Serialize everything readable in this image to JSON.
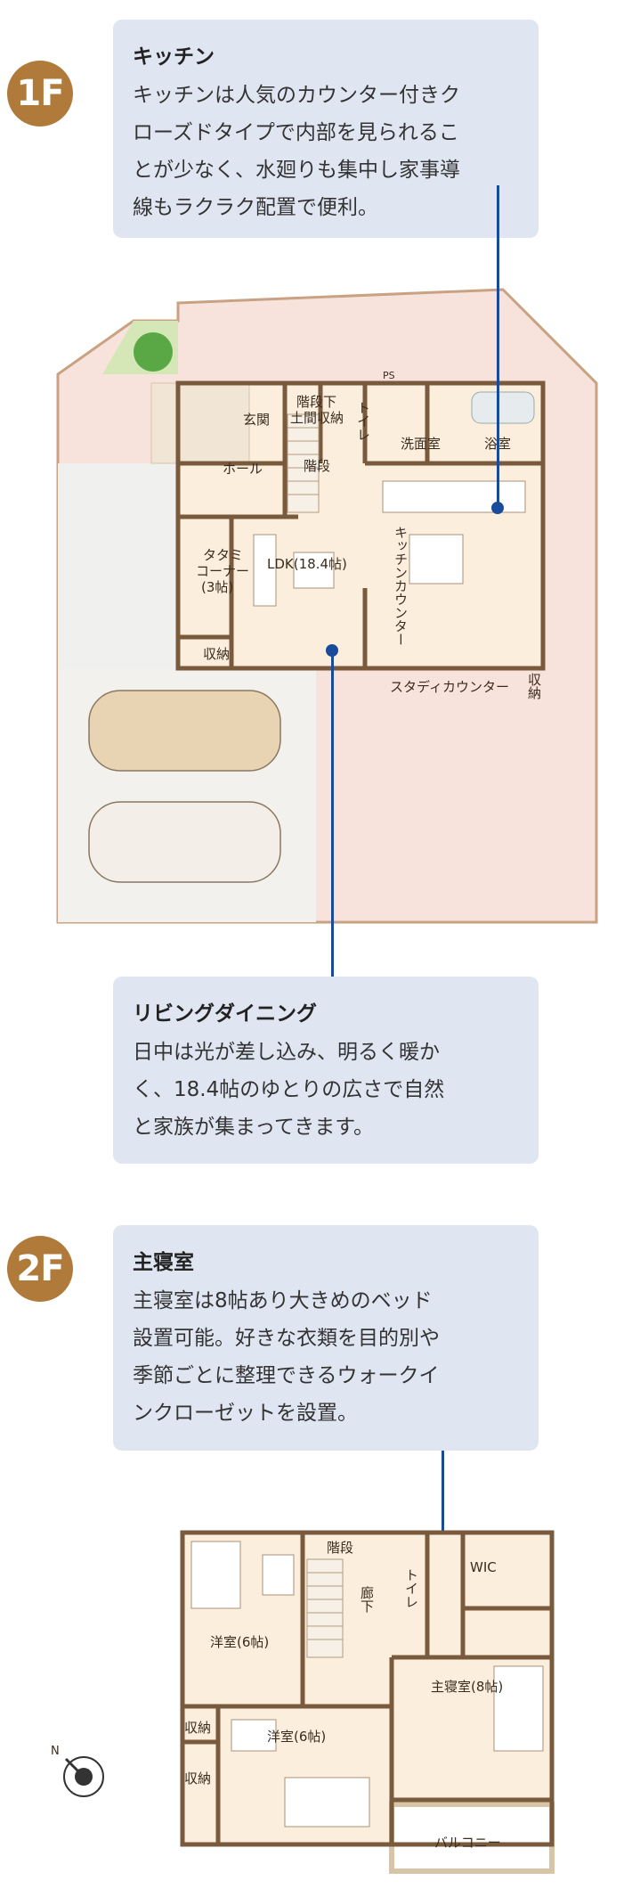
{
  "floor1": {
    "badge": "1F",
    "kitchen_callout": {
      "title": "キッチン",
      "lines": [
        "キッチンは人気のカウンター付きク",
        "ローズドタイプで内部を見られるこ",
        "とが少なく、水廻りも集中し家事導",
        "線もラクラク配置で便利。"
      ]
    },
    "living_callout": {
      "title": "リビングダイニング",
      "lines": [
        "日中は光が差し込み、明るく暖か",
        "く、18.4帖のゆとりの広さで自然",
        "と家族が集まってきます。"
      ]
    },
    "rooms": {
      "entrance": "玄関",
      "stair_storage_1": "階段下",
      "stair_storage_2": "土間収納",
      "toilet": "トイレ",
      "washroom": "洗面室",
      "bath": "浴室",
      "ps": "PS",
      "hall": "ホール",
      "stairs": "階段",
      "tatami_1": "タタミ",
      "tatami_2": "コーナー",
      "tatami_3": "(3帖)",
      "ldk": "LDK(18.4帖)",
      "kitchen_counter": "キッチンカウンター",
      "storage": "収納",
      "study_counter": "スタディカウンター",
      "storage_v": "収納"
    }
  },
  "floor2": {
    "badge": "2F",
    "master_callout": {
      "title": "主寝室",
      "lines": [
        "主寝室は8帖あり大きめのベッド",
        "設置可能。好きな衣類を目的別や",
        "季節ごとに整理できるウォークイ",
        "ンクローゼットを設置。"
      ]
    },
    "rooms": {
      "stairs": "階段",
      "corridor": "廊下",
      "toilet": "トイレ",
      "wic": "WIC",
      "western_a": "洋室(6帖)",
      "master": "主寝室(8帖)",
      "storage_a": "収納",
      "western_b": "洋室(6帖)",
      "storage_b": "収納",
      "balcony": "バルコニー"
    },
    "compass": "N"
  },
  "colors": {
    "badge": "#b07a3a",
    "callout_bg": "#dfe6f2",
    "pointer": "#1a4b9b",
    "lot": "#f7e3dc",
    "floor": "#fbeedd",
    "wall": "#7a5a3c"
  }
}
